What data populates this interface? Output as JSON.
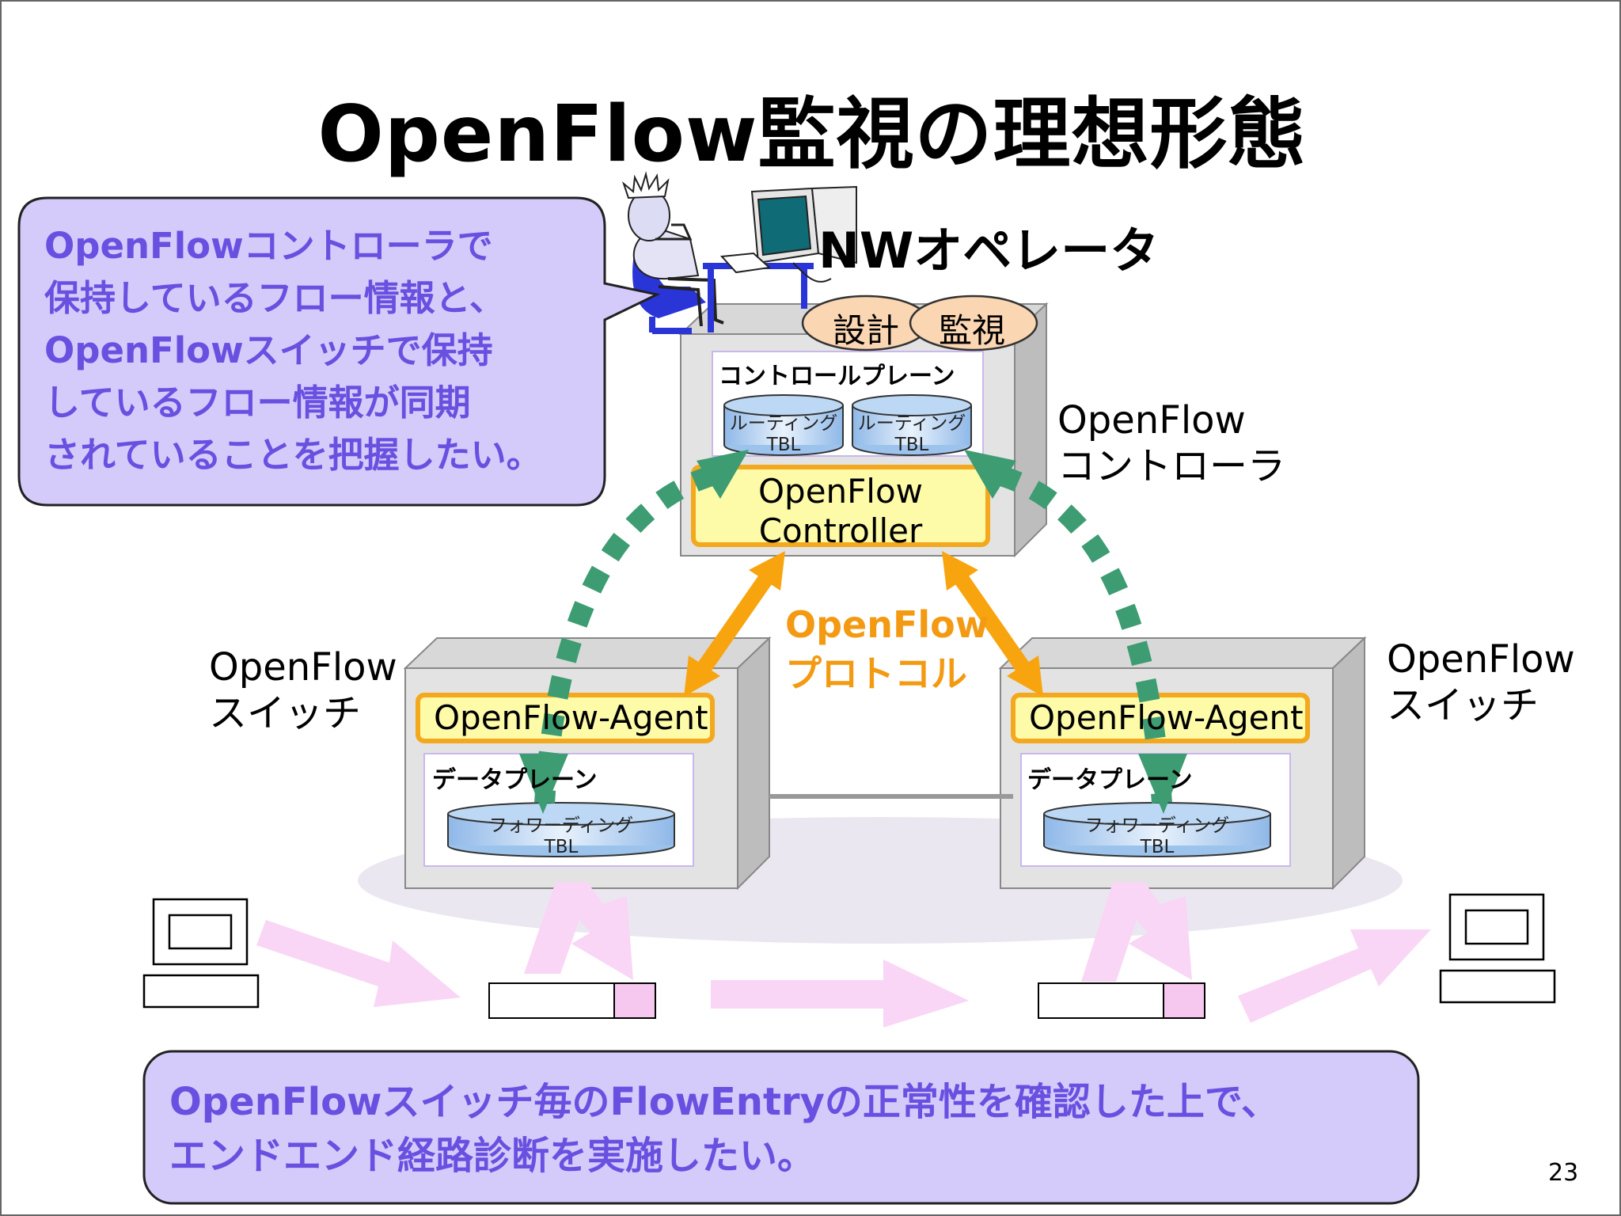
{
  "title": "OpenFlow監視の理想形態",
  "callout_top": {
    "lines": [
      "OpenFlowコントローラで",
      "保持しているフロー情報と、",
      "OpenFlowスイッチで保持",
      "しているフロー情報が同期",
      "されていることを把握したい。"
    ]
  },
  "operator": {
    "label": "NWオペレータ"
  },
  "controller": {
    "design_tag": "設計",
    "monitor_tag": "監視",
    "control_plane_label": "コントロールプレーン",
    "routing_tbl_1": [
      "ルーティング",
      "TBL"
    ],
    "routing_tbl_2": [
      "ルーティング",
      "TBL"
    ],
    "app_label": [
      "OpenFlow",
      "Controller"
    ],
    "side_label": [
      "OpenFlow",
      "コントローラ"
    ]
  },
  "protocol_label": [
    "OpenFlow",
    "プロトコル"
  ],
  "switch_left": {
    "side_label": [
      "OpenFlow",
      "スイッチ"
    ],
    "agent_label": "OpenFlow-Agent",
    "data_plane_label": "データプレーン",
    "forwarding_tbl": [
      "フォワーディング",
      "TBL"
    ]
  },
  "switch_right": {
    "side_label": [
      "OpenFlow",
      "スイッチ"
    ],
    "agent_label": "OpenFlow-Agent",
    "data_plane_label": "データプレーン",
    "forwarding_tbl": [
      "フォワーディング",
      "TBL"
    ]
  },
  "callout_bottom": {
    "lines": [
      "OpenFlowスイッチ毎のFlowEntryの正常性を確認した上で、",
      "エンドエンド経路診断を実施したい。"
    ]
  },
  "page_number": "23",
  "colors": {
    "callout_fill": "#d5cbfb",
    "callout_text": "#6a50e0",
    "agent_fill": "#fdfba8",
    "agent_border": "#f3a81e",
    "protocol_orange": "#f8a40f",
    "sync_green": "#3d9c72",
    "flow_pink": "#f9d6f5",
    "tag_fill": "#fbd6b2",
    "box_fill": "#e3e3e3"
  }
}
